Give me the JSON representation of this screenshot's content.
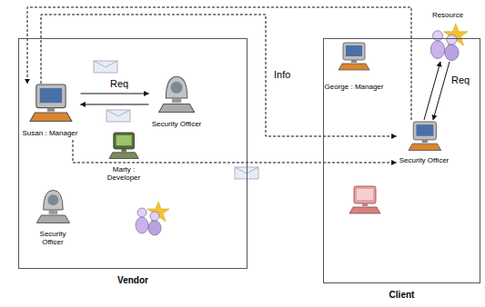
{
  "diagram": {
    "nodes": [
      {
        "text": [
          "Vendor"
        ]
      },
      {
        "text": [
          "Susan : Manager"
        ],
        "in": 0
      },
      {
        "text": [
          "Security Officer"
        ],
        "in": 0
      },
      {
        "text": [
          "Marty : Developer"
        ],
        "in": 0
      },
      {
        "text": [
          "Security Officer"
        ],
        "in": 0
      },
      {
        "text": [
          "Client"
        ]
      },
      {
        "text": [
          "George : Manager"
        ],
        "in": 5
      },
      {
        "text": [
          "Resource"
        ],
        "in": 5
      },
      {
        "text": [
          "Security Officer"
        ],
        "in": 5
      }
    ],
    "edges": [
      {
        "from": 1,
        "to": 2,
        "label": "Req",
        "arrow": "to"
      },
      {
        "from": 2,
        "to": 1,
        "arrow": "to"
      },
      {
        "from": 8,
        "to": 7,
        "label": "Req",
        "arrow": "to"
      },
      {
        "from": 7,
        "to": 8,
        "arrow": "to"
      },
      {
        "from": 8,
        "to": 1,
        "label": "Info",
        "arrow": "to"
      },
      {
        "from": 1,
        "to": 8,
        "arrow": "to"
      },
      {
        "from": 1,
        "to": 8,
        "arrow": "to"
      }
    ]
  }
}
